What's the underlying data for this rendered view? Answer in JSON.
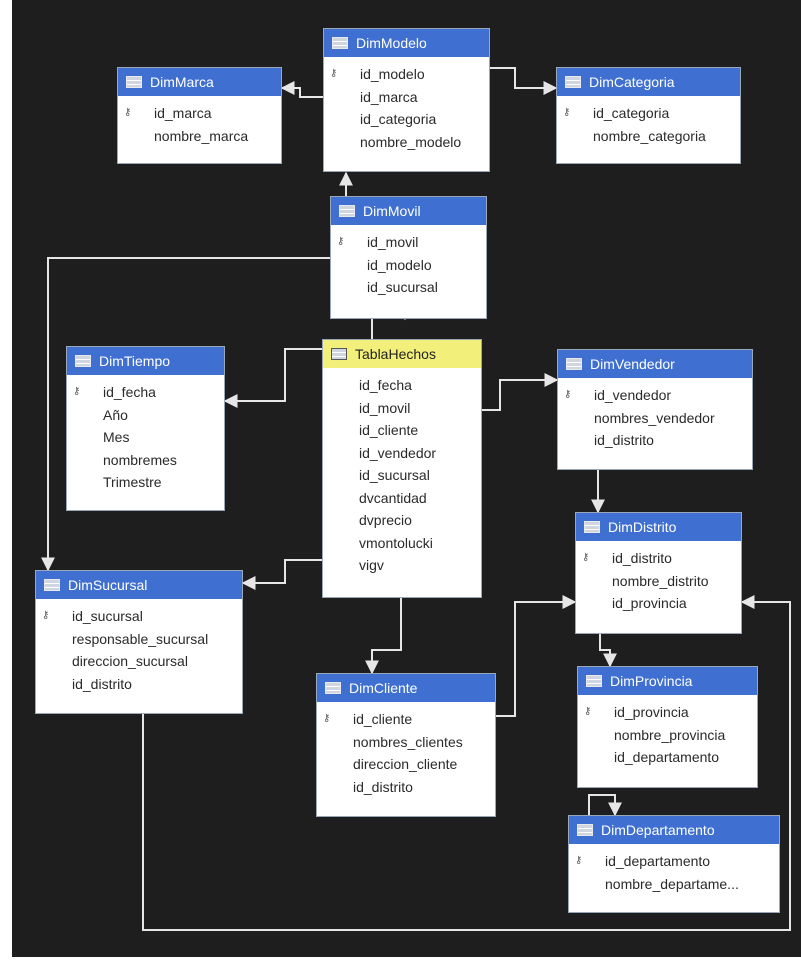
{
  "tables": {
    "dimmarca": {
      "name": "DimMarca",
      "columns": [
        {
          "name": "id_marca",
          "key": true
        },
        {
          "name": "nombre_marca",
          "key": false
        }
      ]
    },
    "dimmodelo": {
      "name": "DimModelo",
      "columns": [
        {
          "name": "id_modelo",
          "key": true
        },
        {
          "name": "id_marca",
          "key": false
        },
        {
          "name": "id_categoria",
          "key": false
        },
        {
          "name": "nombre_modelo",
          "key": false
        }
      ]
    },
    "dimcategoria": {
      "name": "DimCategoria",
      "columns": [
        {
          "name": "id_categoria",
          "key": true
        },
        {
          "name": "nombre_categoria",
          "key": false
        }
      ]
    },
    "dimmovil": {
      "name": "DimMovil",
      "columns": [
        {
          "name": "id_movil",
          "key": true
        },
        {
          "name": "id_modelo",
          "key": false
        },
        {
          "name": "id_sucursal",
          "key": false
        }
      ]
    },
    "dimtiempo": {
      "name": "DimTiempo",
      "columns": [
        {
          "name": "id_fecha",
          "key": true
        },
        {
          "name": "Año",
          "key": false
        },
        {
          "name": "Mes",
          "key": false
        },
        {
          "name": "nombremes",
          "key": false
        },
        {
          "name": "Trimestre",
          "key": false
        }
      ]
    },
    "tablahechos": {
      "name": "TablaHechos",
      "columns": [
        {
          "name": "id_fecha",
          "key": false
        },
        {
          "name": "id_movil",
          "key": false
        },
        {
          "name": "id_cliente",
          "key": false
        },
        {
          "name": "id_vendedor",
          "key": false
        },
        {
          "name": "id_sucursal",
          "key": false
        },
        {
          "name": "dvcantidad",
          "key": false
        },
        {
          "name": "dvprecio",
          "key": false
        },
        {
          "name": "vmontolucki",
          "key": false
        },
        {
          "name": "vigv",
          "key": false
        }
      ]
    },
    "dimvendedor": {
      "name": "DimVendedor",
      "columns": [
        {
          "name": "id_vendedor",
          "key": true
        },
        {
          "name": "nombres_vendedor",
          "key": false
        },
        {
          "name": "id_distrito",
          "key": false
        }
      ]
    },
    "dimdistrito": {
      "name": "DimDistrito",
      "columns": [
        {
          "name": "id_distrito",
          "key": true
        },
        {
          "name": "nombre_distrito",
          "key": false
        },
        {
          "name": "id_provincia",
          "key": false
        }
      ]
    },
    "dimsucursal": {
      "name": "DimSucursal",
      "columns": [
        {
          "name": "id_sucursal",
          "key": true
        },
        {
          "name": "responsable_sucursal",
          "key": false
        },
        {
          "name": "direccion_sucursal",
          "key": false
        },
        {
          "name": "id_distrito",
          "key": false
        }
      ]
    },
    "dimcliente": {
      "name": "DimCliente",
      "columns": [
        {
          "name": "id_cliente",
          "key": true
        },
        {
          "name": "nombres_clientes",
          "key": false
        },
        {
          "name": "direccion_cliente",
          "key": false
        },
        {
          "name": "id_distrito",
          "key": false
        }
      ]
    },
    "dimprovincia": {
      "name": "DimProvincia",
      "columns": [
        {
          "name": "id_provincia",
          "key": true
        },
        {
          "name": "nombre_provincia",
          "key": false
        },
        {
          "name": "id_departamento",
          "key": false
        }
      ]
    },
    "dimdepartamento": {
      "name": "DimDepartamento",
      "columns": [
        {
          "name": "id_departamento",
          "key": true
        },
        {
          "name": "nombre_departame...",
          "key": false
        }
      ]
    }
  },
  "colors": {
    "header": "#3f6fd1",
    "fact_header": "#f2f07a",
    "background": "#1e1e1e",
    "connector": "#e6e6e6"
  },
  "icons": {
    "table": "table-icon",
    "key": "key-icon"
  }
}
